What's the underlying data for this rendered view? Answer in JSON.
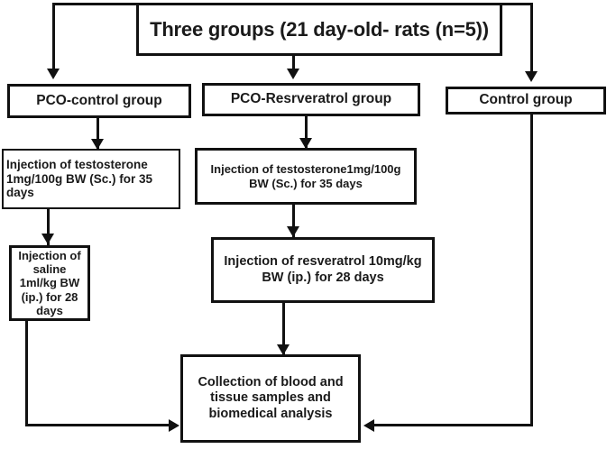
{
  "diagram": {
    "title_box": {
      "label": "Three groups (21 day-old- rats (n=5))"
    },
    "groups": [
      {
        "id": "pco-control",
        "label": "PCO-control group"
      },
      {
        "id": "pco-resveratrol",
        "label": "PCO-Resrveratrol group"
      },
      {
        "id": "control",
        "label": "Control group"
      }
    ],
    "treatments": {
      "testosterone_left": "Injection of testosterone 1mg/100g BW (Sc.)  for 35 days",
      "testosterone_mid": "Injection of testosterone1mg/100g BW (Sc.) for 35 days",
      "saline": "Injection of saline 1ml/kg BW (ip.)  for 28 days",
      "resveratrol": "Injection of resveratrol 10mg/kg BW (ip.)  for 28 days"
    },
    "outcome_box": {
      "label": "Collection of blood  and tissue samples and biomedical analysis"
    },
    "colors": {
      "line": "#111111",
      "text": "#1a1a1a",
      "background": "#ffffff"
    }
  }
}
